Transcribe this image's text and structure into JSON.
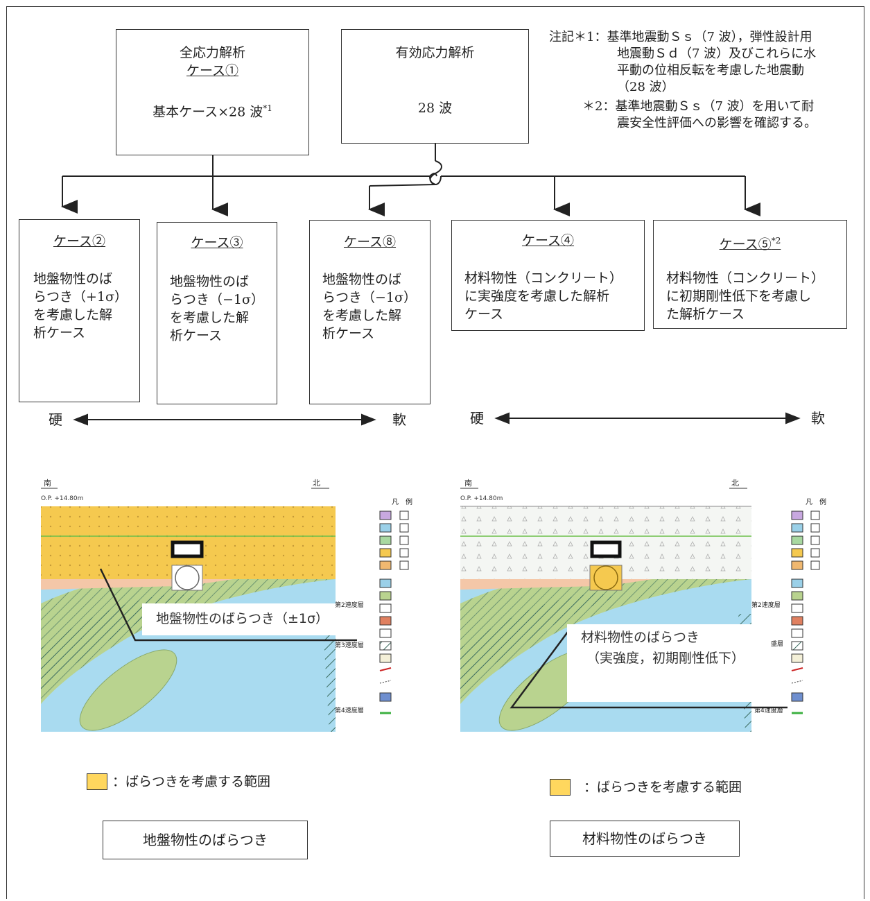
{
  "notes": {
    "line1": "注記＊1：基準地震動Ｓｓ（7 波），弾性設計用",
    "line2": "地震動Ｓｄ（7 波）及びこれらに水",
    "line3": "平動の位相反転を考慮した地震動",
    "line4": "（28 波）",
    "line5": "＊2：基準地震動Ｓｓ（7 波）を用いて耐",
    "line6": "震安全性評価への影響を確認する。"
  },
  "top_boxes": {
    "total": {
      "title": "全応力解析",
      "case": "ケース①",
      "body": "基本ケース×28 波",
      "sup": "*1"
    },
    "effective": {
      "title": "有効応力解析",
      "body": "28 波"
    }
  },
  "cases": [
    {
      "label": "ケース②",
      "sup": "",
      "lines": [
        "地盤物性のば",
        "らつき（+1σ）",
        "を考慮した解",
        "析ケース"
      ]
    },
    {
      "label": "ケース③",
      "sup": "",
      "lines": [
        "地盤物性のば",
        "らつき（−1σ）",
        "を考慮した解",
        "析ケース"
      ]
    },
    {
      "label": "ケース⑧",
      "sup": "",
      "lines": [
        "地盤物性のば",
        "らつき（−1σ）",
        "を考慮した解",
        "析ケース"
      ]
    },
    {
      "label": "ケース④",
      "sup": "",
      "lines": [
        "材料物性（コンクリート）",
        "に実強度を考慮した解析",
        "ケース"
      ]
    },
    {
      "label": "ケース⑤",
      "sup": "*2",
      "lines": [
        "材料物性（コンクリート）",
        "に初期剛性低下を考慮し",
        "た解析ケース"
      ]
    }
  ],
  "scale_left": {
    "hard": "硬",
    "soft": "軟"
  },
  "scale_right": {
    "hard": "硬",
    "soft": "軟"
  },
  "sections": {
    "left": {
      "south": "南",
      "north": "北",
      "elev": "O.P. +14.80m",
      "callout": "地盤物性のばらつき（±1σ）",
      "layer2": "第2速度層",
      "layer3": "第3速度層",
      "layer4": "第4速度層",
      "legend_title": "凡　例"
    },
    "right": {
      "south": "南",
      "north": "北",
      "elev": "O.P. +14.80m",
      "callout1": "材料物性のばらつき",
      "callout2": "（実強度，初期剛性低下）",
      "layer2": "第2速度層",
      "layer3": "盛層",
      "layer4": "第4速度層",
      "legend_title": "凡　例"
    }
  },
  "legend_left": {
    "text": "：ばらつきを考慮する範囲",
    "color": "#ffd75e"
  },
  "legend_right": {
    "text": "：ばらつきを考慮する範囲",
    "color": "#ffd75e"
  },
  "captions": {
    "left": "地盤物性のばらつき",
    "right": "材料物性のばらつき"
  },
  "colors": {
    "soil_yellow": "#f5c94f",
    "rock_blue": "#a9dbf0",
    "green_layer": "#b9d38f",
    "pink_layer": "#f4c7a8",
    "fill_white": "#f4f6f3"
  }
}
